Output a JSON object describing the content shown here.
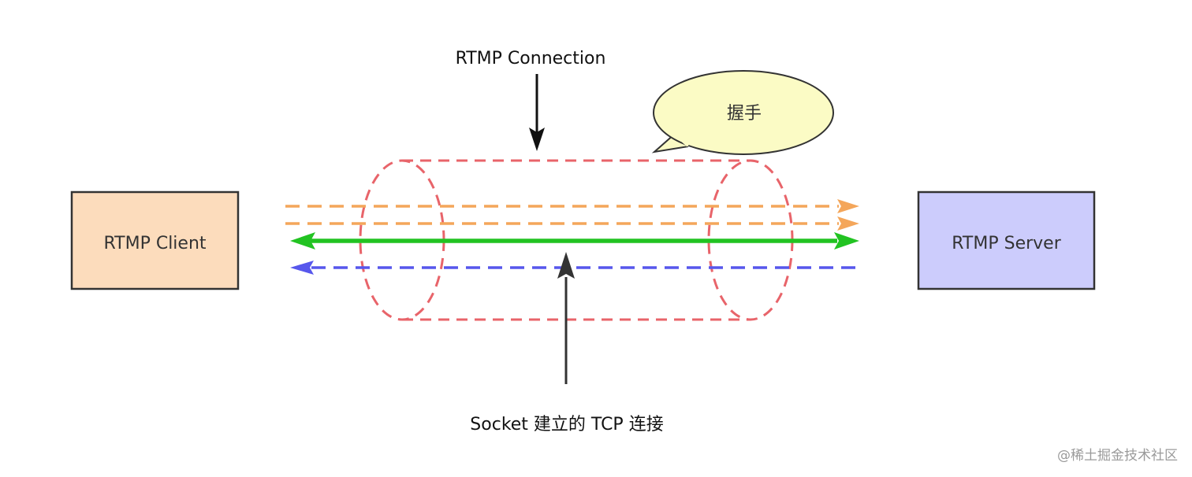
{
  "labels": {
    "connection": "RTMP Connection",
    "handshake": "握手",
    "socket": "Socket 建立的 TCP 连接",
    "watermark": "@稀土掘金技术社区"
  },
  "nodes": {
    "client": "RTMP Client",
    "server": "RTMP Server"
  },
  "colors": {
    "client_fill": "#fcdcbc",
    "server_fill": "#ccccfc",
    "box_stroke": "#333333",
    "cylinder": "#e8646a",
    "bubble_fill": "#fbfbc5",
    "bubble_stroke": "#333333",
    "orange_arrow": "#f4a65a",
    "green_arrow": "#22c322",
    "blue_arrow": "#5757ec",
    "pointer_arrow": "#111111"
  }
}
